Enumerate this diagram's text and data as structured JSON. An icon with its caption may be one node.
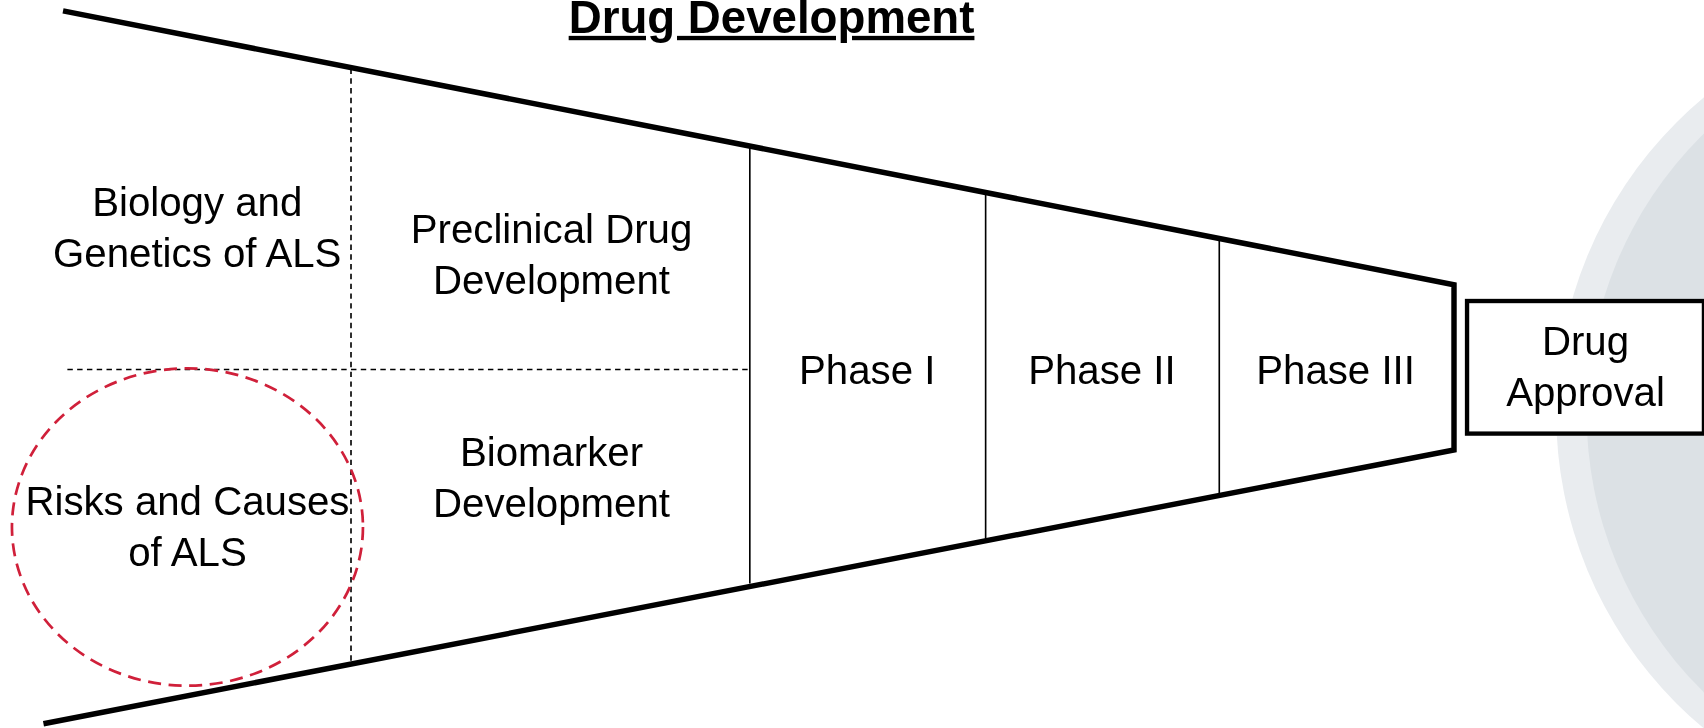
{
  "diagram": {
    "title": "Drug Development",
    "nodes": [
      {
        "text": [
          "Biology and Genetics of ALS"
        ]
      },
      {
        "text": [
          "Preclinical Drug Development"
        ]
      },
      {
        "text": [
          "Risks and Causes of ALS"
        ]
      },
      {
        "text": [
          "Biomarker Development"
        ]
      },
      {
        "text": [
          "Phase I"
        ]
      },
      {
        "text": [
          "Phase II"
        ]
      },
      {
        "text": [
          "Phase III"
        ]
      },
      {
        "text": [
          "Drug Approval"
        ]
      }
    ]
  }
}
